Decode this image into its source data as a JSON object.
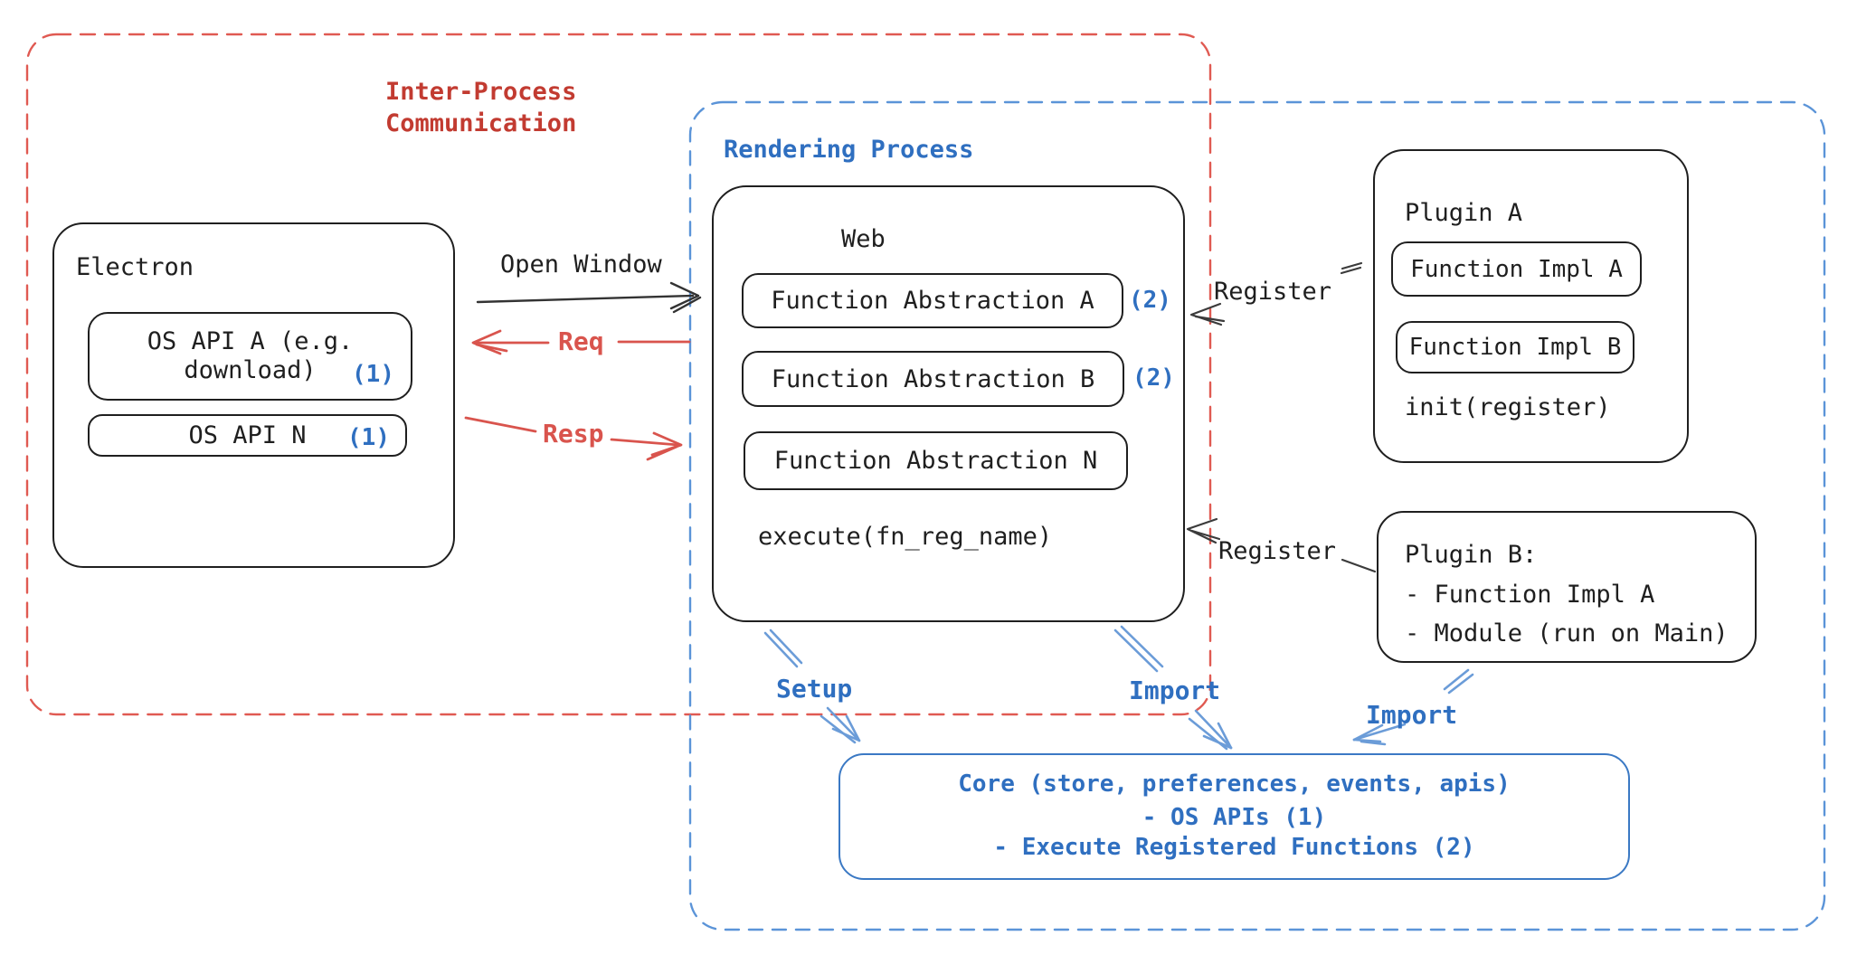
{
  "diagram": {
    "colors": {
      "ink": "#1f1f1f",
      "red_title": "#c23b31",
      "red_arrow": "#d9544d",
      "blue_accent": "#2f6fc0",
      "blue_dashed": "#5b94d8"
    },
    "ipc": {
      "title": "Inter-Process\nCommunication"
    },
    "rendering": {
      "title": "Rendering Process"
    },
    "electron": {
      "title": "Electron",
      "os_api_a": {
        "line1": "OS API A (e.g.",
        "line2": "download)",
        "badge": "(1)"
      },
      "os_api_n": {
        "label": "OS API N",
        "badge": "(1)"
      }
    },
    "web": {
      "title": "Web",
      "fa_a": {
        "label": "Function Abstraction A",
        "badge": "(2)"
      },
      "fa_b": {
        "label": "Function Abstraction B",
        "badge": "(2)"
      },
      "fa_n": {
        "label": "Function Abstraction N"
      },
      "execute": "execute(fn_reg_name)"
    },
    "plugin_a": {
      "title": "Plugin A",
      "impl_a": "Function Impl A",
      "impl_b": "Function Impl B",
      "init": "init(register)"
    },
    "plugin_b": {
      "line1": "Plugin B:",
      "line2": "- Function Impl A",
      "line3": "- Module (run on Main)"
    },
    "core": {
      "line1": "Core (store, preferences, events, apis)",
      "line2": "- OS APIs (1)",
      "line3": "- Execute Registered Functions (2)"
    },
    "labels": {
      "open_window": "Open Window",
      "req": "Req",
      "resp": "Resp",
      "register_top": "Register",
      "register_bottom": "Register",
      "setup": "Setup",
      "import_web": "Import",
      "import_plugin": "Import"
    }
  }
}
